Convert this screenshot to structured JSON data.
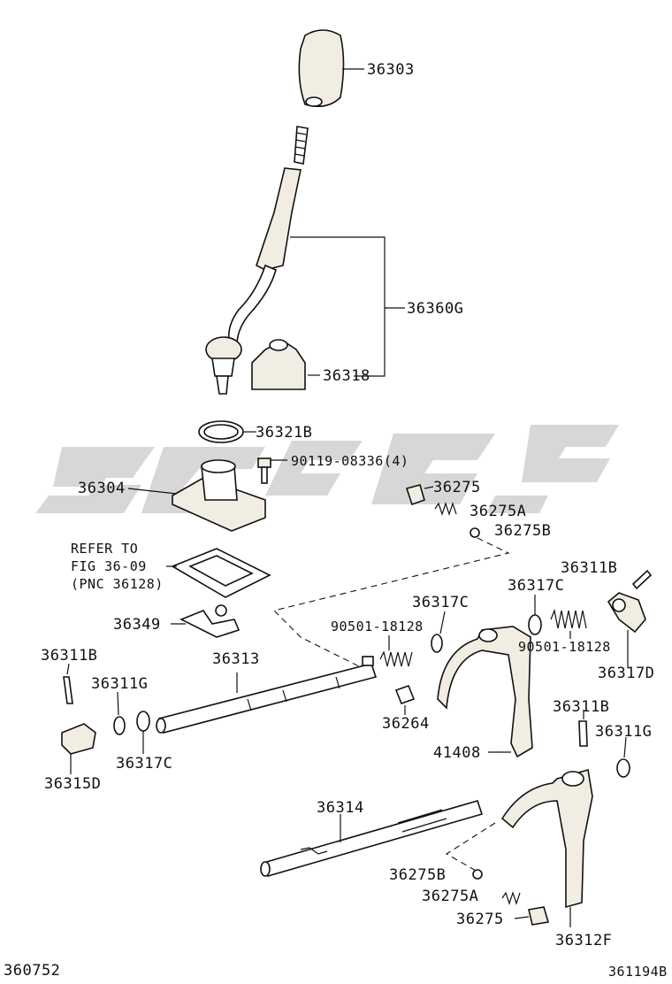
{
  "diagram": {
    "figure_code_left": "360752",
    "figure_code_right": "361194B",
    "reference_note": [
      "REFER TO",
      "FIG 36-09",
      "(PNC 36128)"
    ],
    "labels": {
      "knob": "36303",
      "lever_assy": "36360G",
      "boot": "36318",
      "snap_ring": "36321B",
      "bolt": "90119-08336(4)",
      "retainer": "36304",
      "plug_top": "36275",
      "spring_top": "36275A",
      "ball_top": "36275B",
      "pin_right": "36311B",
      "head_right_upper": "36317C",
      "spring_left": "90501-18128",
      "spring_right": "90501-18128",
      "head_left_upper": "36317C",
      "head_right": "36317D",
      "bracket": "36349",
      "shaft_upper": "36313",
      "pin_left": "36311B",
      "ring_left": "36311G",
      "interlock_pin": "36264",
      "fork_upper": "41408",
      "pin_right_lower": "36311B",
      "ring_right": "36311G",
      "head_lower": "36315D",
      "head_lower_c": "36317C",
      "shaft_lower": "36314",
      "ball_bottom": "36275B",
      "spring_bottom": "36275A",
      "plug_bottom": "36275",
      "fork_lower": "36312F"
    },
    "colors": {
      "ink": "#111111",
      "part_fill": "#f1ede2",
      "watermark": "#c9c9c9"
    }
  }
}
